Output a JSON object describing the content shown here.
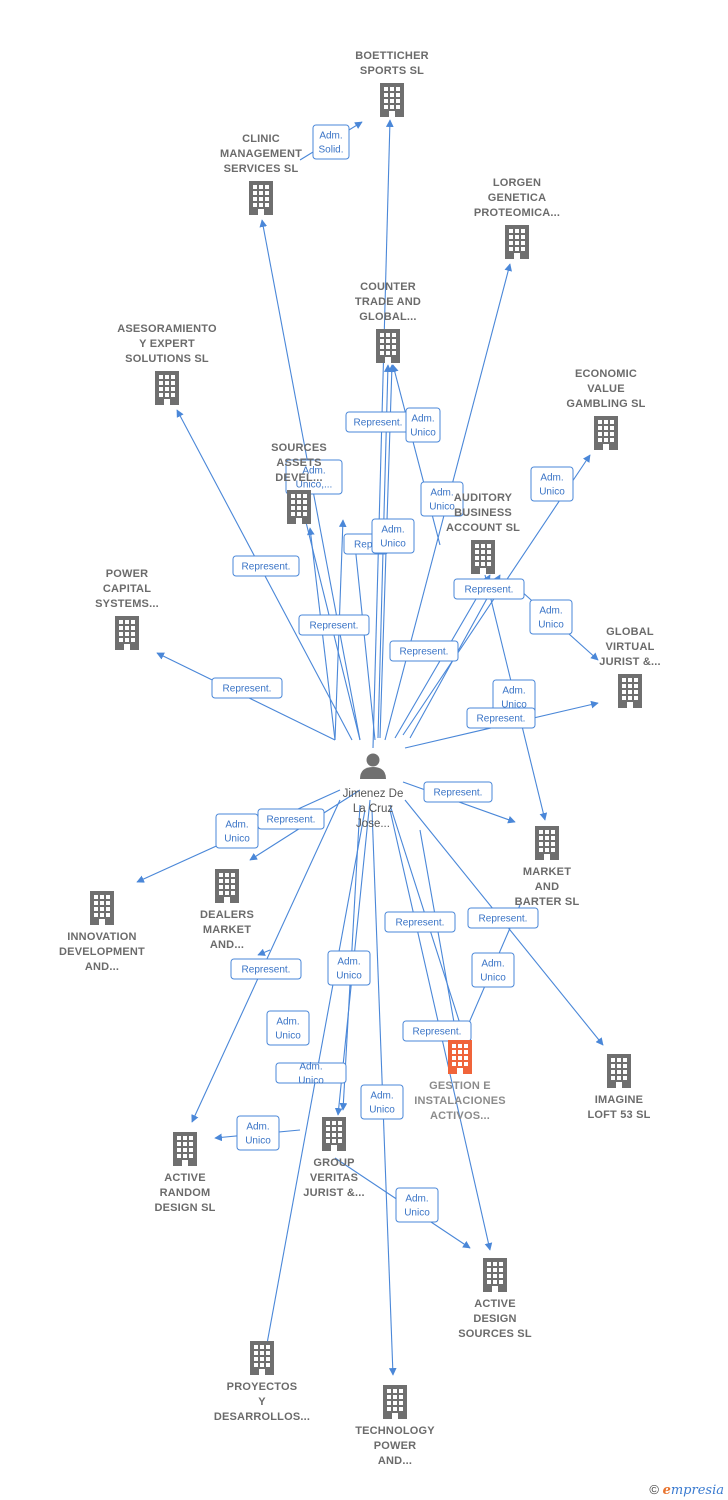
{
  "colors": {
    "edge": "#4a87d8",
    "building": "#6f6f6f",
    "main_building": "#f0643a",
    "person": "#707070"
  },
  "person": {
    "lines": [
      "Jimenez De",
      "La Cruz",
      "Jose..."
    ]
  },
  "companies": [
    {
      "id": "boetticher",
      "lines": [
        "BOETTICHER",
        "SPORTS  SL"
      ]
    },
    {
      "id": "clinic",
      "lines": [
        "CLINIC",
        "MANAGEMENT",
        "SERVICES  SL"
      ]
    },
    {
      "id": "lorgen",
      "lines": [
        "LORGEN",
        "GENETICA",
        "PROTEOMICA..."
      ]
    },
    {
      "id": "counter",
      "lines": [
        "COUNTER",
        "TRADE AND",
        "GLOBAL..."
      ]
    },
    {
      "id": "asesoramiento",
      "lines": [
        "ASESORAMIENTO",
        "Y EXPERT",
        "SOLUTIONS SL"
      ]
    },
    {
      "id": "economic",
      "lines": [
        "ECONOMIC",
        "VALUE",
        "GAMBLING  SL"
      ]
    },
    {
      "id": "sources",
      "lines": [
        "SOURCES",
        "ASSETS",
        "DEVEL..."
      ]
    },
    {
      "id": "auditory",
      "lines": [
        "AUDITORY",
        "BUSINESS",
        "ACCOUNT  SL"
      ]
    },
    {
      "id": "power",
      "lines": [
        "POWER",
        "CAPITAL",
        "SYSTEMS..."
      ]
    },
    {
      "id": "global",
      "lines": [
        "GLOBAL",
        "VIRTUAL",
        "JURIST &..."
      ]
    },
    {
      "id": "market",
      "lines": [
        "MARKET",
        "AND",
        "BARTER  SL"
      ]
    },
    {
      "id": "dealers",
      "lines": [
        "DEALERS",
        "MARKET",
        "AND..."
      ]
    },
    {
      "id": "innovation",
      "lines": [
        "INNOVATION",
        "DEVELOPMENT",
        "AND..."
      ]
    },
    {
      "id": "gestion",
      "lines": [
        "GESTION E",
        "INSTALACIONES",
        "ACTIVOS..."
      ],
      "main": true
    },
    {
      "id": "imagine",
      "lines": [
        "IMAGINE",
        "LOFT 53 SL"
      ]
    },
    {
      "id": "active_random",
      "lines": [
        "ACTIVE",
        "RANDOM",
        "DESIGN  SL"
      ]
    },
    {
      "id": "veritas",
      "lines": [
        "GROUP",
        "VERITAS",
        "JURIST &..."
      ]
    },
    {
      "id": "active_design",
      "lines": [
        "ACTIVE",
        "DESIGN",
        "SOURCES  SL"
      ]
    },
    {
      "id": "proyectos",
      "lines": [
        "PROYECTOS",
        "Y",
        "DESARROLLOS..."
      ]
    },
    {
      "id": "technology",
      "lines": [
        "TECHNOLOGY",
        "POWER",
        "AND..."
      ]
    }
  ],
  "roles": [
    {
      "id": "r1",
      "lines": [
        "Adm.",
        "Solid."
      ]
    },
    {
      "id": "r2",
      "lines": [
        "Represent."
      ]
    },
    {
      "id": "r3",
      "lines": [
        "Adm.",
        "Unico"
      ]
    },
    {
      "id": "r4",
      "lines": [
        "Adm.",
        "Unico,..."
      ]
    },
    {
      "id": "r5",
      "lines": [
        "Adm.",
        "Unico"
      ]
    },
    {
      "id": "r6",
      "lines": [
        "Adm.",
        "Unico"
      ]
    },
    {
      "id": "r7",
      "lines": [
        "Repr."
      ]
    },
    {
      "id": "r8",
      "lines": [
        "Adm.",
        "Unico"
      ]
    },
    {
      "id": "r9",
      "lines": [
        "Represent."
      ]
    },
    {
      "id": "r10",
      "lines": [
        "Represent."
      ]
    },
    {
      "id": "r11",
      "lines": [
        "Represent."
      ]
    },
    {
      "id": "r12",
      "lines": [
        "Adm.",
        "Unico"
      ]
    },
    {
      "id": "r13",
      "lines": [
        "Represent."
      ]
    },
    {
      "id": "r14",
      "lines": [
        "Represent."
      ]
    },
    {
      "id": "r15",
      "lines": [
        "Adm.",
        "Unico"
      ]
    },
    {
      "id": "r16",
      "lines": [
        "Represent."
      ]
    },
    {
      "id": "r17",
      "lines": [
        "Represent."
      ]
    },
    {
      "id": "r18",
      "lines": [
        "Adm.",
        "Unico"
      ]
    },
    {
      "id": "r19",
      "lines": [
        "Represent."
      ]
    },
    {
      "id": "r20",
      "lines": [
        "Represent."
      ]
    },
    {
      "id": "r21",
      "lines": [
        "Represent."
      ]
    },
    {
      "id": "r22",
      "lines": [
        "Adm.",
        "Unico"
      ]
    },
    {
      "id": "r23",
      "lines": [
        "Adm.",
        "Unico"
      ]
    },
    {
      "id": "r24",
      "lines": [
        "Represent."
      ]
    },
    {
      "id": "r25",
      "lines": [
        "Adm.",
        "Unico"
      ]
    },
    {
      "id": "r26",
      "lines": [
        "Represent."
      ]
    },
    {
      "id": "r27",
      "lines": [
        "Adm.",
        "Unico"
      ]
    },
    {
      "id": "r28",
      "lines": [
        "Adm.",
        "Unico"
      ]
    },
    {
      "id": "r29",
      "lines": [
        "Adm.",
        "Unico"
      ]
    },
    {
      "id": "r30",
      "lines": [
        "Adm.",
        "Unico"
      ]
    }
  ],
  "footer": {
    "copyright": "©",
    "brand_initial": "e",
    "brand_rest": "mpresia"
  }
}
